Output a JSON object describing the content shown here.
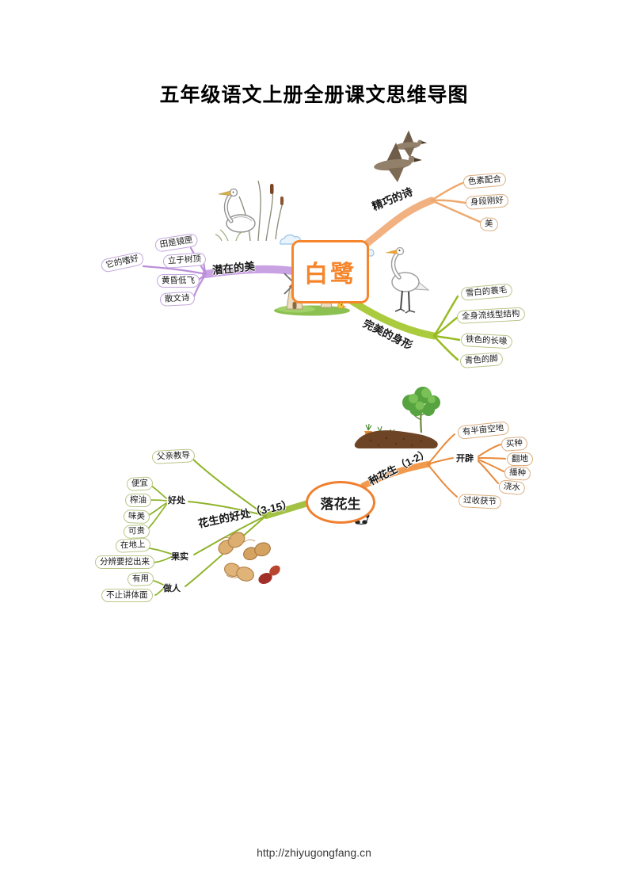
{
  "page": {
    "title": "五年级语文上册全册课文思维导图",
    "footer_url": "http://zhiyugongfang.cn"
  },
  "egret_map": {
    "center": "白鹭",
    "poem": {
      "label": "精巧的诗",
      "leaves": [
        "色素配合",
        "身段刚好",
        "美"
      ]
    },
    "hidden_beauty": {
      "label": "潜在的美",
      "leaves": [
        "田是镜匣",
        "它的嗜好",
        "立于树顶",
        "黄昏低飞",
        "散文诗"
      ]
    },
    "perfect_body": {
      "label": "完美的身形",
      "leaves": [
        "雪白的蓑毛",
        "全身流线型结构",
        "铁色的长喙",
        "青色的脚"
      ]
    }
  },
  "peanut_map": {
    "center": "落花生",
    "planting": {
      "label": "种花生（1-2）",
      "leaves": [
        "有半亩空地",
        "开辟",
        "过收获节"
      ],
      "kaipi_leaves": [
        "买种",
        "翻地",
        "播种",
        "浇水"
      ]
    },
    "benefits": {
      "label": "花生的好处（3-15）",
      "subs": [
        "父亲教导",
        "好处",
        "果实",
        "做人"
      ],
      "haochu_leaves": [
        "便宜",
        "榨油",
        "味美",
        "可贵"
      ],
      "guoshi_leaves": [
        "在地上",
        "分辨要挖出来"
      ],
      "zuoren_leaves": [
        "有用",
        "不止讲体面"
      ]
    }
  },
  "colors": {
    "poem_branch": "#f2b181",
    "hidden_beauty_branch": "#c9a2e4",
    "perfect_body_branch": "#abcb3e",
    "planting_branch": "#f19a4e",
    "benefits_branch": "#a3c243",
    "center_accent": "#f5862c"
  },
  "illustrations": [
    "flying-geese",
    "egret-sketch",
    "standing-egret",
    "windmill",
    "seedling-and-soil",
    "peanuts",
    "panda",
    "clouds"
  ]
}
